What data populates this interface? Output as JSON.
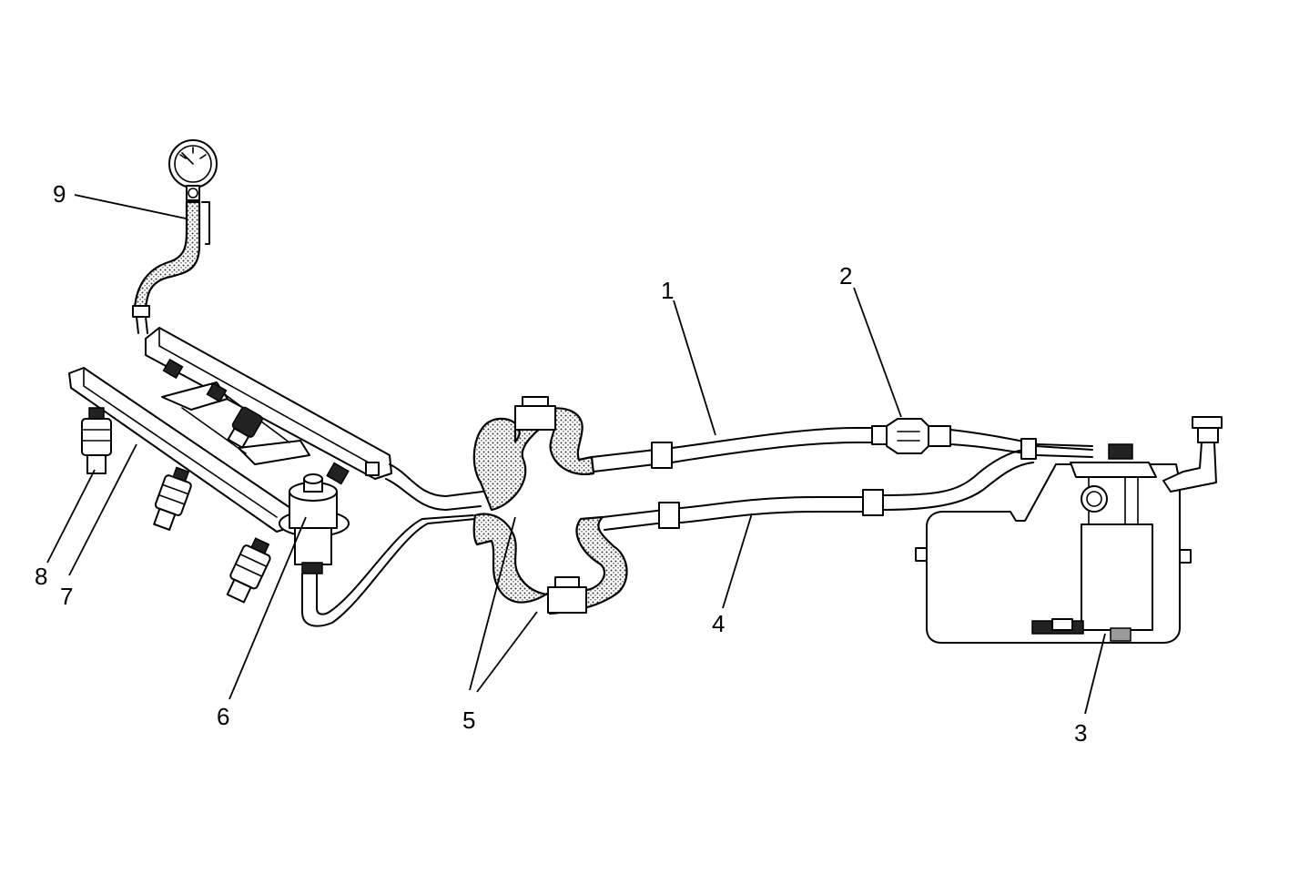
{
  "labels": {
    "1": "1",
    "2": "2",
    "3": "3",
    "4": "4",
    "5": "5",
    "6": "6",
    "7": "7",
    "8": "8",
    "9": "9"
  },
  "colors": {
    "line": "#000000",
    "background": "#ffffff",
    "stipple": "#9a9a9a"
  }
}
